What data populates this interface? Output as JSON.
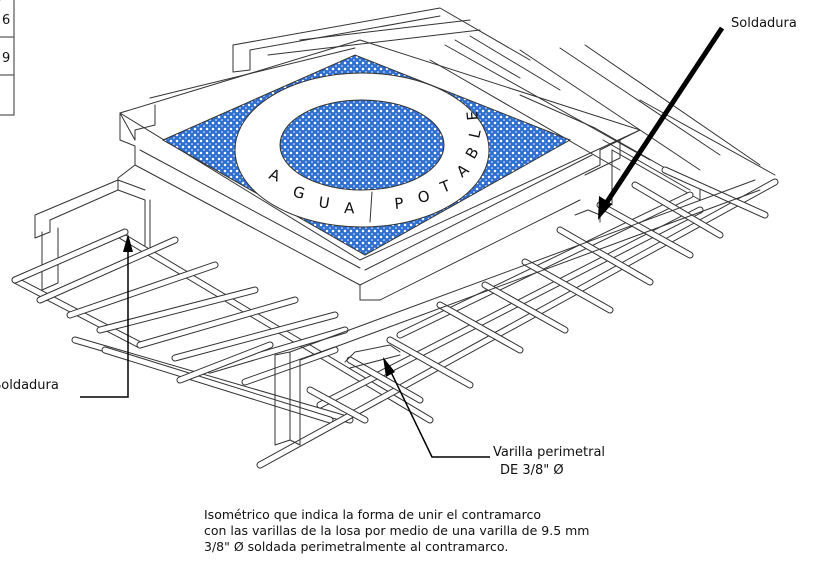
{
  "labels": {
    "weld_top_right": "Soldadura",
    "weld_left": "Soldadura",
    "rod_line1": "Varilla perimetral",
    "rod_line2": "DE 3/8\" Ø"
  },
  "lid": {
    "letters": [
      "A",
      "G",
      "U",
      "A",
      "P",
      "O",
      "T",
      "A",
      "B",
      "L",
      "E"
    ],
    "fill_color": "#2f6fd0",
    "ring_color": "#ffffff"
  },
  "table_fragment": {
    "cells": [
      "6",
      "9",
      ""
    ]
  },
  "caption": {
    "line1": "Isométrico que indica la forma de unir el contramarco",
    "line2": "con las varillas de la losa por medio de una varilla de 9.5 mm",
    "line3": "3/8\" Ø soldada perimetralmente al contramarco."
  },
  "colors": {
    "line": "#333333",
    "arrow": "#000000",
    "mesh": "#2f6fd0"
  }
}
